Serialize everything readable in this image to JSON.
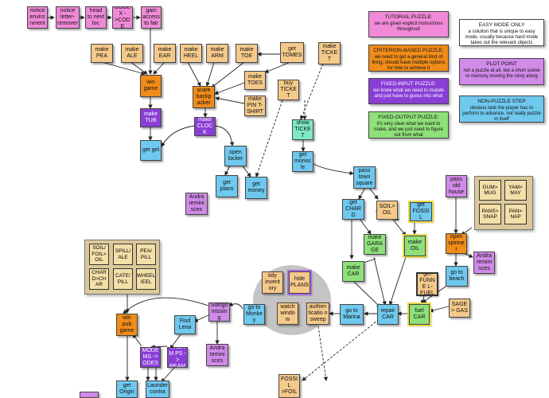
{
  "legend": {
    "tutorial": {
      "title": "TUTORIAL PUZZLE:",
      "desc": "we are given explicit instructions throughout"
    },
    "easy": {
      "title": "EASY MODE ONLY",
      "desc": "a solution that is unique to easy mode, usually because hard mode takes out the relevant objects"
    },
    "criterion": {
      "title": "CRITERION-BASED PUZZLE:",
      "desc": "we need to get a general kind of thing; should have multiple options for how to achieve it"
    },
    "plot": {
      "title": "PLOT POINT",
      "desc": "not a puzzle at all, but a short scene or memory moving the story along"
    },
    "fixed_input": {
      "title": "FIXED-INPUT PUZZLE:",
      "desc": "we know what we need to mutate and just have to guess into what"
    },
    "non_puzzle": {
      "title": "NON-PUZZLE STEP",
      "desc": "obvious task the player has to perform to advance, not really puzzle in itself"
    },
    "fixed_output": {
      "title": "FIXED-OUTPUT PUZZLE:",
      "desc": "it's very clear what we want to make, and we just need to figure out from what"
    }
  },
  "nodes": {
    "notice_environ": "notice enviro nment",
    "notice_letter": "notice letter- remover",
    "head_next": "head to next loc",
    "codex_code": "CODEX ->COD E",
    "gain_access": "gain access to fair",
    "make_pea": "make PEA",
    "make_ale": "make ALE",
    "make_ear": "make EAR",
    "make_heel": "make HEEL",
    "make_arm": "make ARM",
    "make_toe": "make TOE",
    "get_tomes": "get TOMES",
    "make_ticket": "make TICKE T",
    "make_toes": "make TOES",
    "make_pin": "make PIN T- SHIRT",
    "buy_ticket": "buy TICKE T",
    "win_game": "win game",
    "scare_backpacker": "scare backp acker",
    "make_tub": "make TUB",
    "make_clock": "make CLOCK",
    "show_ticket": "show TICKE T",
    "get_gel": "get gel",
    "open_locker": "open locker",
    "get_monocle": "get monoc le",
    "get_plans": "get plans",
    "get_money": "get money",
    "andra_1": "Andra remini sces",
    "pass_town": "pass town square",
    "pass_old_house": "pass old house",
    "get_chard": "get CHAR D",
    "soil_oil_top": "SOIL> OIL",
    "get_fossil": "get FOSSIL",
    "make_garage": "make GARA GE",
    "make_oil": "make OIL",
    "open_spinner": "open spinne r",
    "andra_2": "Andra remini sces",
    "make_car": "make CAR",
    "get_funnel": "get FUNNE L- FUEL",
    "go_beach": "go to beach",
    "tidy_inventory": "tidy invent ory",
    "hide_plans": "hide PLANS",
    "authentication": "authen ticatio n sweep",
    "watch_window": "watch windo w",
    "go_monkey": "go to Monke y",
    "go_marina": "go to Marina",
    "repair_car": "repair CAR",
    "fuel_car": "fuel CAR",
    "sage_gas": "SAGE> GAS",
    "slango_missing": "Slango missing",
    "find_lena": "Find Lena",
    "win_pub": "win pub game",
    "andra_3": "Andra remini sces",
    "modems": "MODE MS -> ODES",
    "preamps": "PREAM PS -> REAM",
    "get_origin": "get Origin",
    "launder": "Launder contra",
    "fossil_foil": "FOSSIL >FOIL"
  },
  "groups": {
    "letters": [
      "GUM> MUG",
      "YAM> MAY",
      "PANS> SNAP",
      "PAN> NAP"
    ],
    "pub": [
      "SOIL/ FOIL> OIL",
      "SPILL/ ALE",
      "PEA/ PILL",
      "CHAR D>CH AR",
      "CATE/ PILL",
      "WHEEL /EEL"
    ]
  },
  "colors": {
    "tutorial": "#f08ad8",
    "criterion": "#f08c1a",
    "fixed_input": "#8a3ed6",
    "fixed_output": "#8ee07a",
    "plot": "#d08ae8",
    "non_puzzle": "#6fc8ee",
    "tan": "#f5c98a",
    "teal": "#7ee8c8",
    "group": "#dcc99a"
  }
}
